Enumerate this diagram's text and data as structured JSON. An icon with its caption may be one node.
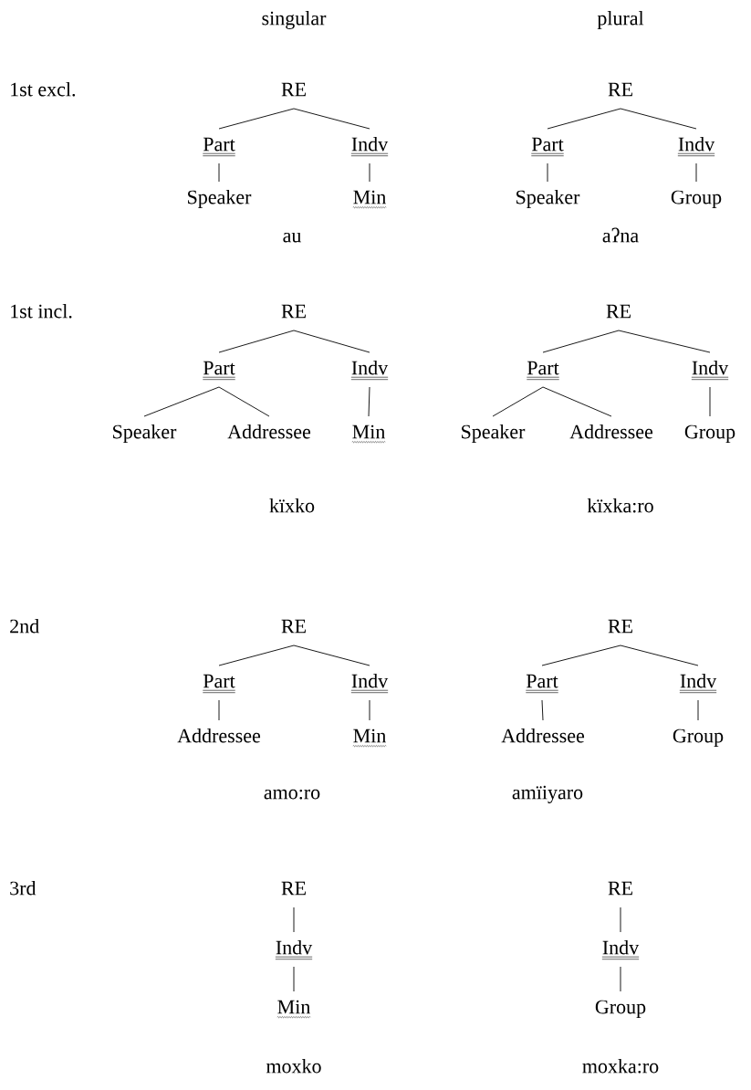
{
  "diagram": {
    "nodes": [
      {
        "text": [
          "RE"
        ]
      },
      {
        "text": [
          "Part"
        ]
      },
      {
        "text": [
          "Indv"
        ]
      },
      {
        "text": [
          "Speaker"
        ]
      },
      {
        "text": [
          "Min"
        ]
      },
      {
        "text": [
          "RE"
        ]
      },
      {
        "text": [
          "Part"
        ]
      },
      {
        "text": [
          "Indv"
        ]
      },
      {
        "text": [
          "Speaker"
        ]
      },
      {
        "text": [
          "Group"
        ]
      },
      {
        "text": [
          "RE"
        ]
      },
      {
        "text": [
          "Part"
        ]
      },
      {
        "text": [
          "Indv"
        ]
      },
      {
        "text": [
          "Speaker"
        ]
      },
      {
        "text": [
          "Addressee"
        ]
      },
      {
        "text": [
          "Min"
        ]
      },
      {
        "text": [
          "RE"
        ]
      },
      {
        "text": [
          "Part"
        ]
      },
      {
        "text": [
          "Indv"
        ]
      },
      {
        "text": [
          "Speaker"
        ]
      },
      {
        "text": [
          "Addressee"
        ]
      },
      {
        "text": [
          "Group"
        ]
      },
      {
        "text": [
          "RE"
        ]
      },
      {
        "text": [
          "Part"
        ]
      },
      {
        "text": [
          "Indv"
        ]
      },
      {
        "text": [
          "Addressee"
        ]
      },
      {
        "text": [
          "Min"
        ]
      },
      {
        "text": [
          "RE"
        ]
      },
      {
        "text": [
          "Part"
        ]
      },
      {
        "text": [
          "Indv"
        ]
      },
      {
        "text": [
          "Addressee"
        ]
      },
      {
        "text": [
          "Group"
        ]
      },
      {
        "text": [
          "RE"
        ]
      },
      {
        "text": [
          "Indv"
        ]
      },
      {
        "text": [
          "Min"
        ]
      },
      {
        "text": [
          "RE"
        ]
      },
      {
        "text": [
          "Indv"
        ]
      },
      {
        "text": [
          "Group"
        ]
      }
    ],
    "edges": [
      {
        "from": 0,
        "to": 1,
        "arrow": "none"
      },
      {
        "from": 0,
        "to": 2,
        "arrow": "none"
      },
      {
        "from": 1,
        "to": 3,
        "arrow": "none"
      },
      {
        "from": 2,
        "to": 4,
        "arrow": "none"
      },
      {
        "from": 5,
        "to": 6,
        "arrow": "none"
      },
      {
        "from": 5,
        "to": 7,
        "arrow": "none"
      },
      {
        "from": 6,
        "to": 8,
        "arrow": "none"
      },
      {
        "from": 7,
        "to": 9,
        "arrow": "none"
      },
      {
        "from": 10,
        "to": 11,
        "arrow": "none"
      },
      {
        "from": 10,
        "to": 12,
        "arrow": "none"
      },
      {
        "from": 11,
        "to": 13,
        "arrow": "none"
      },
      {
        "from": 11,
        "to": 14,
        "arrow": "none"
      },
      {
        "from": 12,
        "to": 15,
        "arrow": "none"
      },
      {
        "from": 16,
        "to": 17,
        "arrow": "none"
      },
      {
        "from": 16,
        "to": 18,
        "arrow": "none"
      },
      {
        "from": 17,
        "to": 19,
        "arrow": "none"
      },
      {
        "from": 17,
        "to": 20,
        "arrow": "none"
      },
      {
        "from": 18,
        "to": 21,
        "arrow": "none"
      },
      {
        "from": 22,
        "to": 23,
        "arrow": "none"
      },
      {
        "from": 22,
        "to": 24,
        "arrow": "none"
      },
      {
        "from": 23,
        "to": 25,
        "arrow": "none"
      },
      {
        "from": 24,
        "to": 26,
        "arrow": "none"
      },
      {
        "from": 27,
        "to": 28,
        "arrow": "none"
      },
      {
        "from": 27,
        "to": 29,
        "arrow": "none"
      },
      {
        "from": 28,
        "to": 30,
        "arrow": "none"
      },
      {
        "from": 29,
        "to": 31,
        "arrow": "none"
      },
      {
        "from": 32,
        "to": 33,
        "arrow": "none"
      },
      {
        "from": 33,
        "to": 34,
        "arrow": "none"
      },
      {
        "from": 35,
        "to": 36,
        "arrow": "none"
      },
      {
        "from": 36,
        "to": 37,
        "arrow": "none"
      }
    ],
    "labels": [
      "singular",
      "plural",
      "1st excl.",
      "au",
      "aʔna",
      "1st incl.",
      "kïxko",
      "kïxka:ro",
      "2nd",
      "amo:ro",
      "amïiyaro",
      "3rd",
      "moxko",
      "moxka:ro"
    ]
  }
}
